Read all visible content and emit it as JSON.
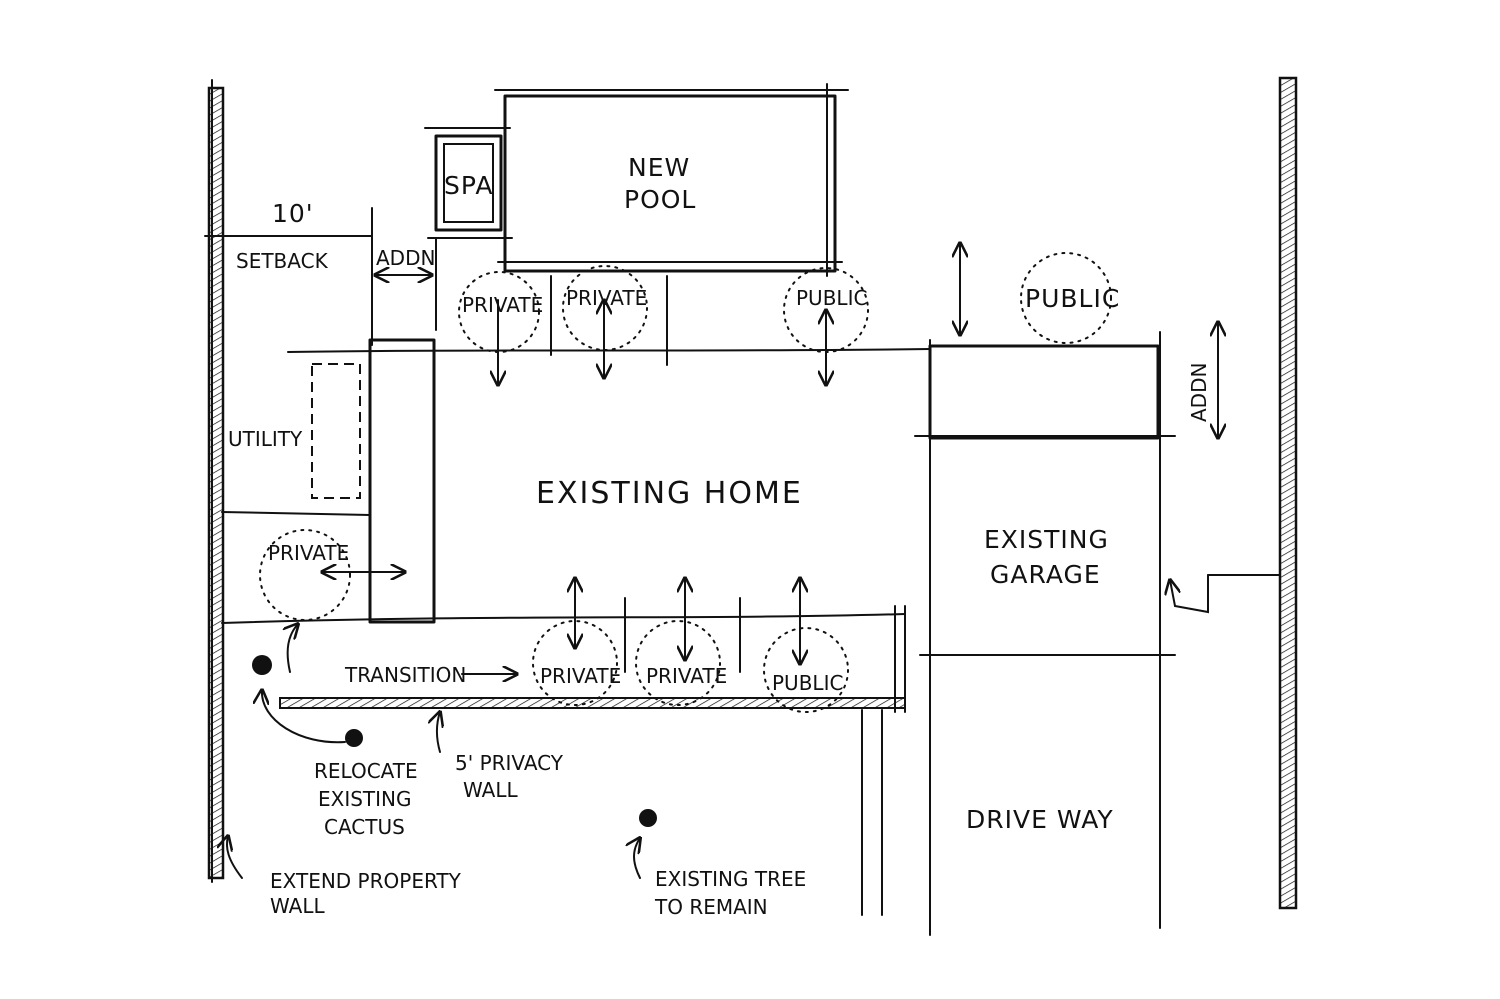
{
  "labels": {
    "new_pool": [
      "NEW",
      "POOL"
    ],
    "spa": "SPA",
    "setback_dim": "10'",
    "setback": "SETBACK",
    "addn": "ADDN",
    "utility": "UTILITY",
    "existing_home": "EXISTING HOME",
    "existing_garage": [
      "EXISTING",
      "GARAGE"
    ],
    "driveway": "DRIVE WAY",
    "transition": "TRANSITION",
    "private": "PRIVATE",
    "public": "PUBLIC",
    "relocate_cactus": [
      "RELOCATE",
      "EXISTING",
      "CACTUS"
    ],
    "privacy_wall": [
      "5' PRIVACY",
      "WALL"
    ],
    "extend_wall": [
      "EXTEND PROPERTY",
      "WALL"
    ],
    "existing_tree": [
      "EXISTING TREE",
      "TO REMAIN"
    ]
  }
}
